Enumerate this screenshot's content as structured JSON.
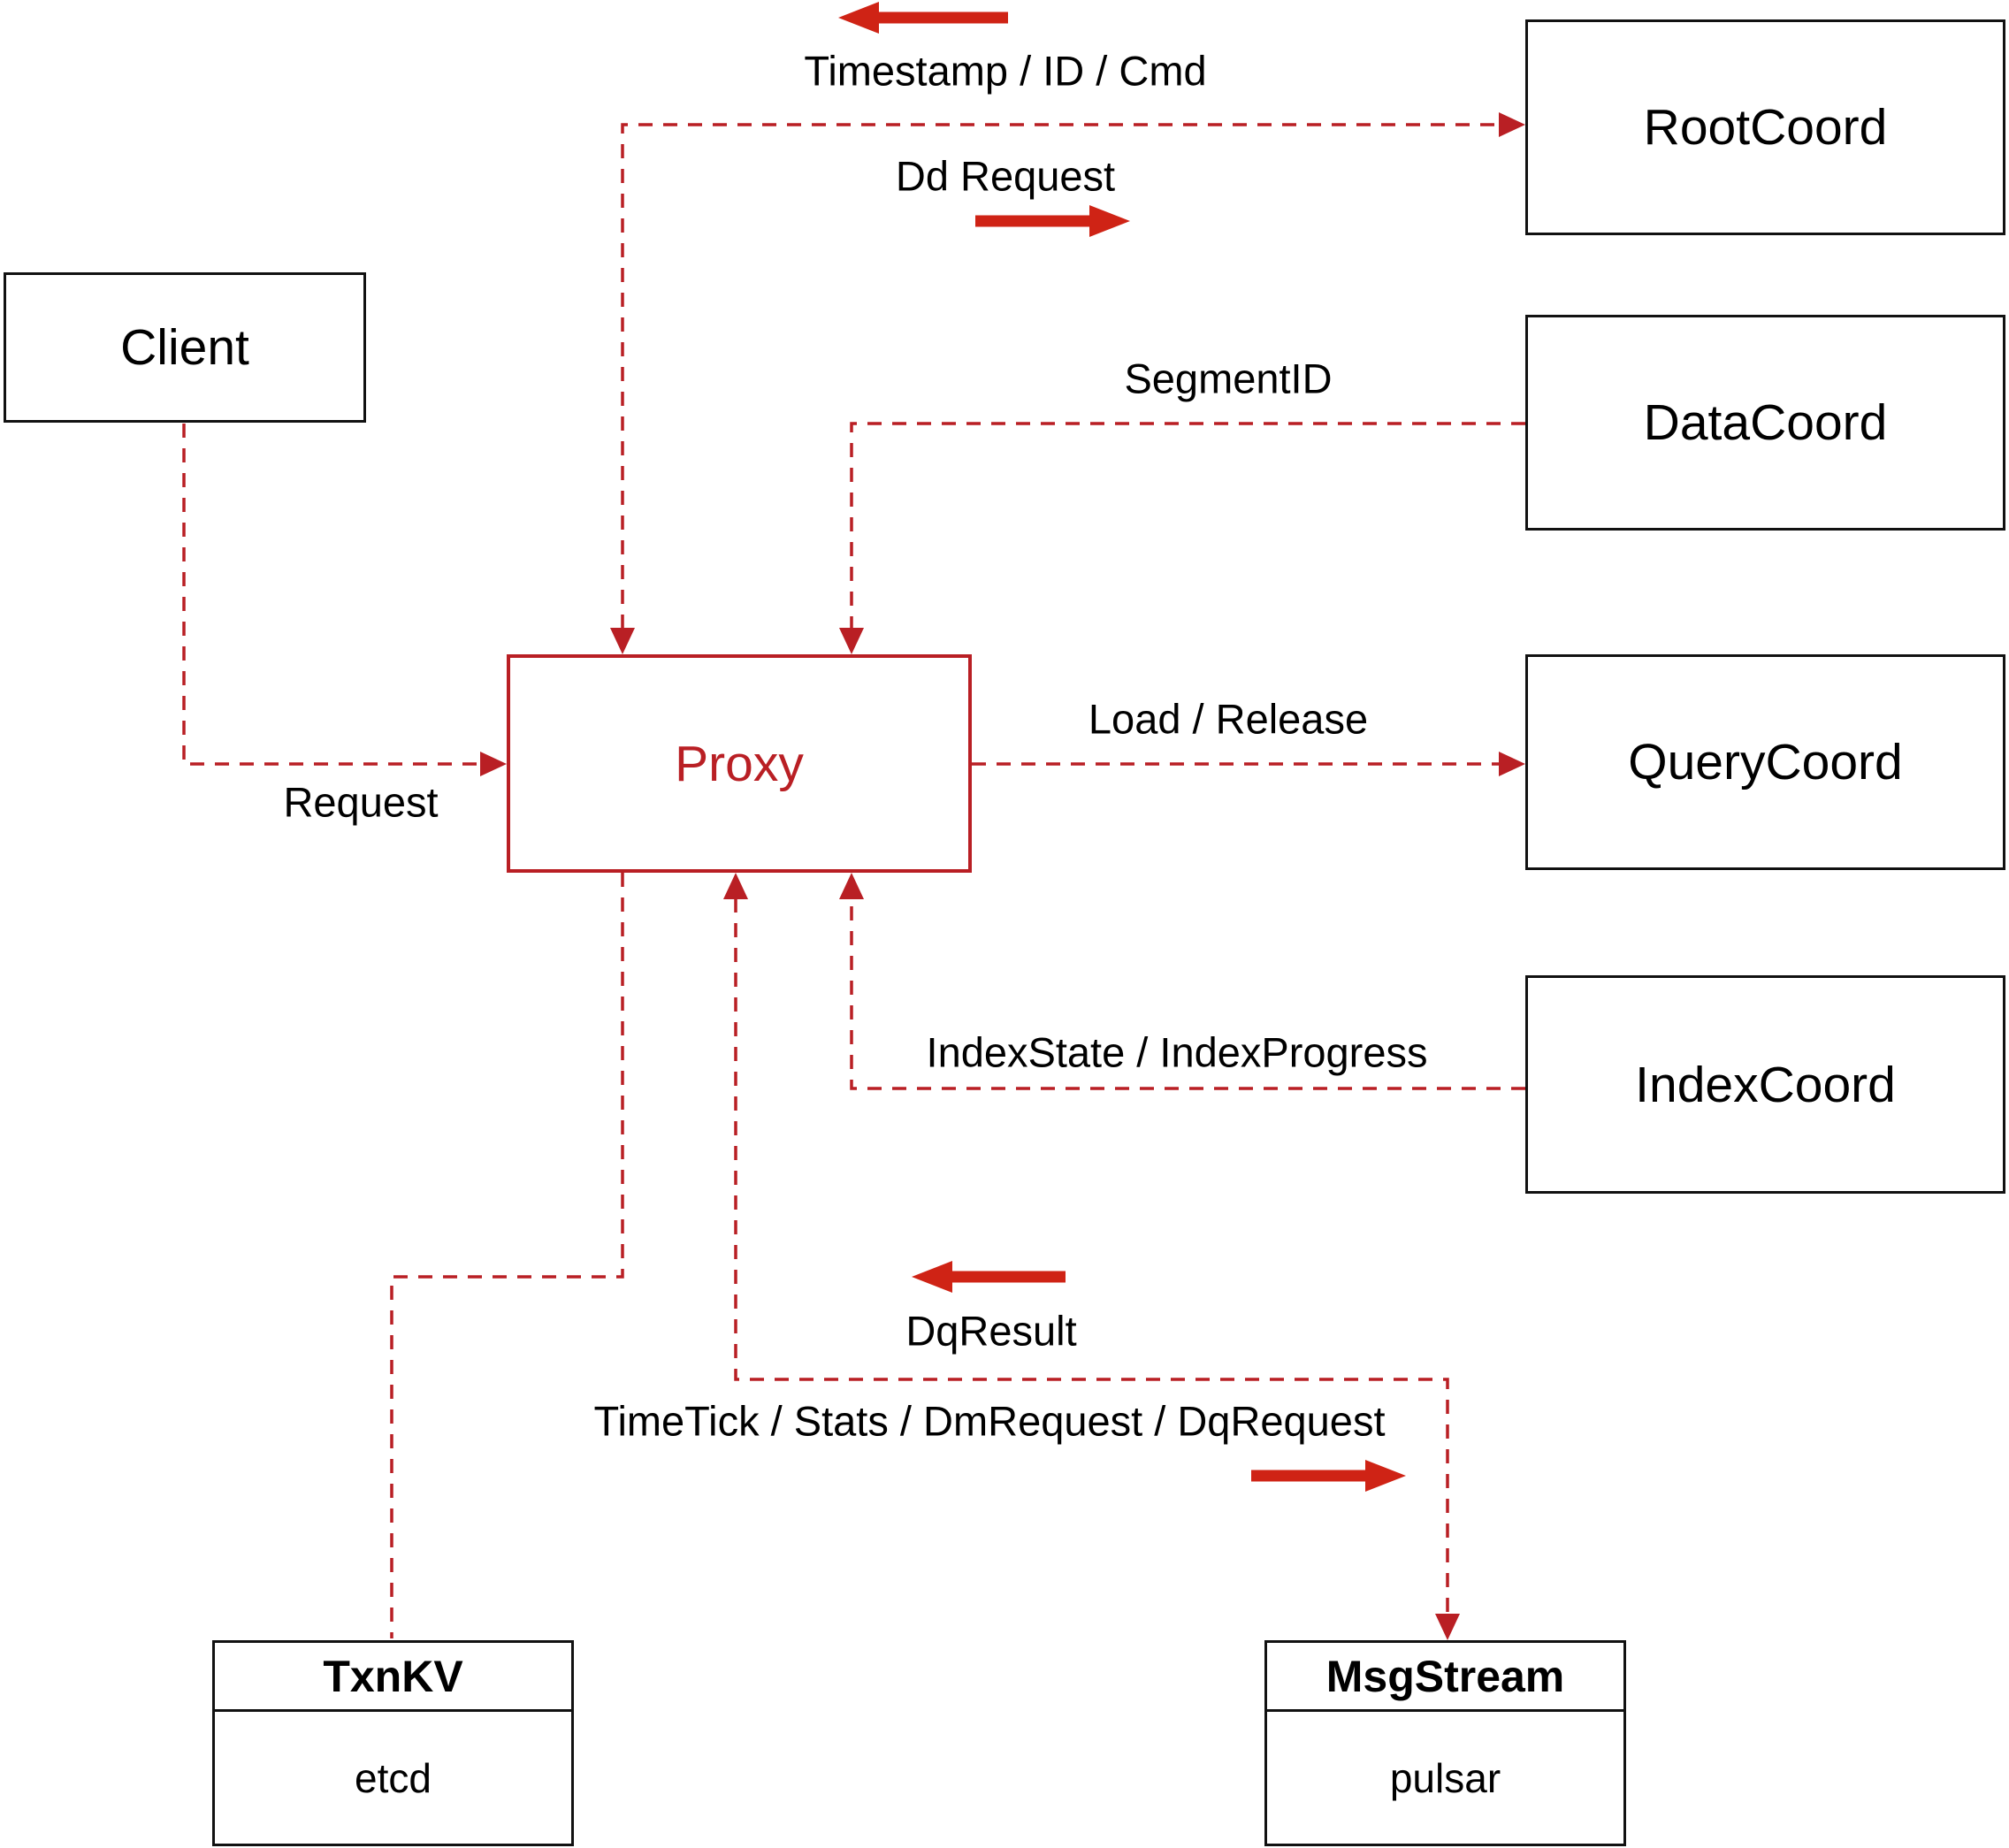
{
  "diagram": {
    "nodes": {
      "client": {
        "label": "Client"
      },
      "rootcoord": {
        "label": "RootCoord"
      },
      "datacoord": {
        "label": "DataCoord"
      },
      "querycoord": {
        "label": "QueryCoord"
      },
      "indexcoord": {
        "label": "IndexCoord"
      },
      "proxy": {
        "label": "Proxy"
      },
      "txnkv": {
        "title": "TxnKV",
        "subtitle": "etcd"
      },
      "msgstream": {
        "title": "MsgStream",
        "subtitle": "pulsar"
      }
    },
    "edge_labels": {
      "timestamp_id_cmd": "Timestamp / ID / Cmd",
      "dd_request": "Dd Request",
      "segment_id": "SegmentID",
      "load_release": "Load / Release",
      "index_state_progress": "IndexState / IndexProgress",
      "request": "Request",
      "dq_result": "DqResult",
      "timetick_stats": "TimeTick / Stats / DmRequest / DqRequest"
    },
    "edges": [
      {
        "from": "proxy",
        "to": "rootcoord",
        "style": "dashed",
        "labels": [
          "Timestamp / ID / Cmd",
          "Dd Request"
        ]
      },
      {
        "from": "datacoord",
        "to": "proxy",
        "style": "dashed",
        "labels": [
          "SegmentID"
        ]
      },
      {
        "from": "proxy",
        "to": "querycoord",
        "style": "dashed",
        "labels": [
          "Load / Release"
        ]
      },
      {
        "from": "indexcoord",
        "to": "proxy",
        "style": "dashed",
        "labels": [
          "IndexState / IndexProgress"
        ]
      },
      {
        "from": "client",
        "to": "proxy",
        "style": "dashed",
        "labels": [
          "Request"
        ]
      },
      {
        "from": "proxy",
        "to": "txnkv",
        "style": "dashed",
        "labels": []
      },
      {
        "from": "proxy",
        "to": "msgstream",
        "style": "dashed",
        "labels": [
          "DqResult",
          "TimeTick / Stats / DmRequest / DqRequest"
        ]
      }
    ],
    "colors": {
      "line": "#b91f24",
      "arrow": "#cf2315",
      "box_border": "#111111",
      "proxy": "#b91f24"
    }
  }
}
